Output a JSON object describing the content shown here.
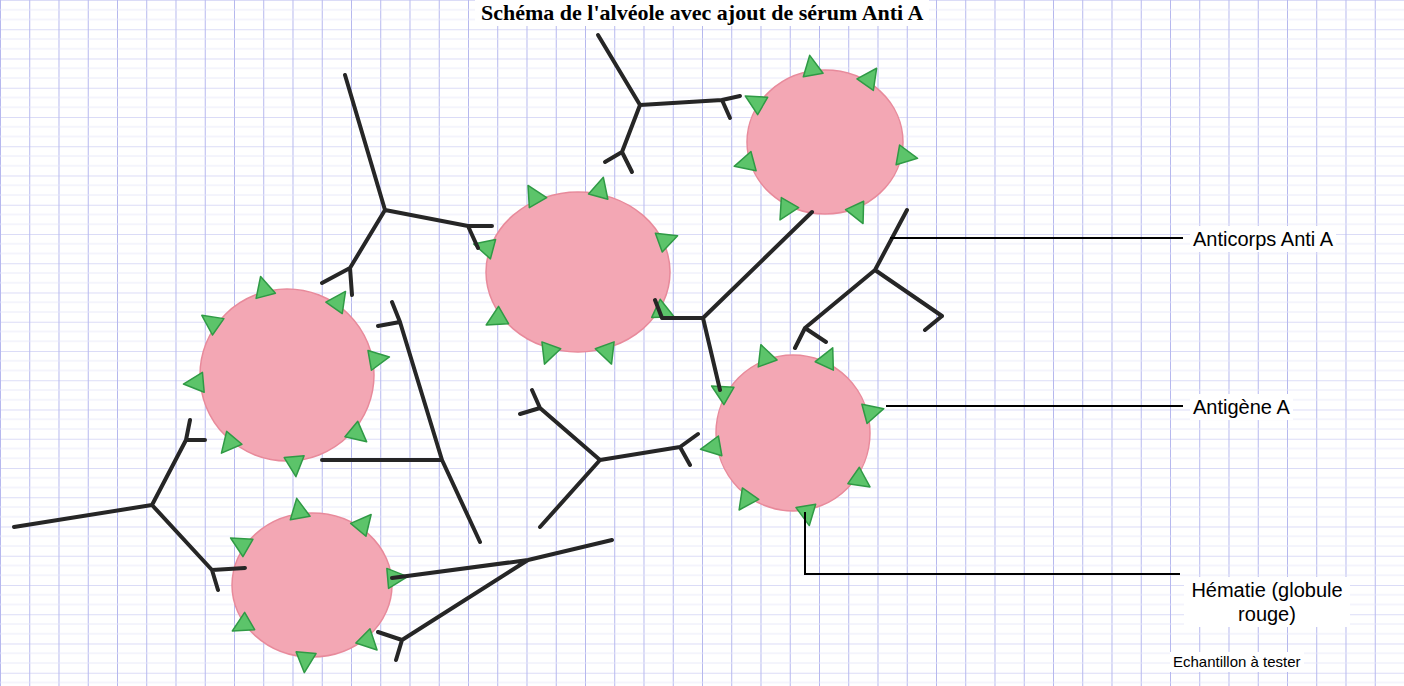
{
  "diagram": {
    "title": "Schéma de l'alvéole avec ajout de sérum Anti A",
    "labels": [
      "Anticorps Anti A",
      "Antigène A",
      "Hématie (globule rouge)",
      "Echantillon à tester"
    ]
  }
}
